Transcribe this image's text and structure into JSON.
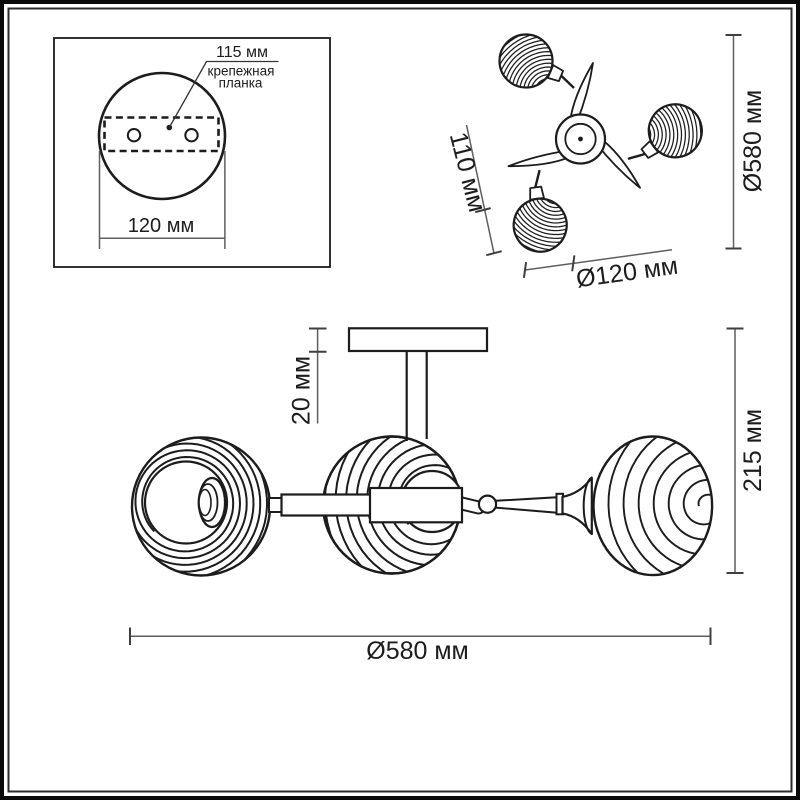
{
  "panel": {
    "hole_distance_label": "115 мм",
    "bracket_label_line1": "крепежная",
    "bracket_label_line2": "планка",
    "plate_width_label": "120 мм"
  },
  "top_view": {
    "diameter_label": "Ø580 мм",
    "arm_length_label": "110 мм",
    "shade_diameter_label": "Ø120 мм"
  },
  "side_view": {
    "canopy_height_label": "20 мм",
    "total_height_label": "215 мм",
    "total_width_label": "Ø580 мм"
  },
  "colors": {
    "ink": "#1c1c1c",
    "dim_line": "#5f5f5f",
    "background": "#ffffff",
    "frame_outer": "#0a0a0a",
    "frame_inner": "#2b2b2b"
  }
}
